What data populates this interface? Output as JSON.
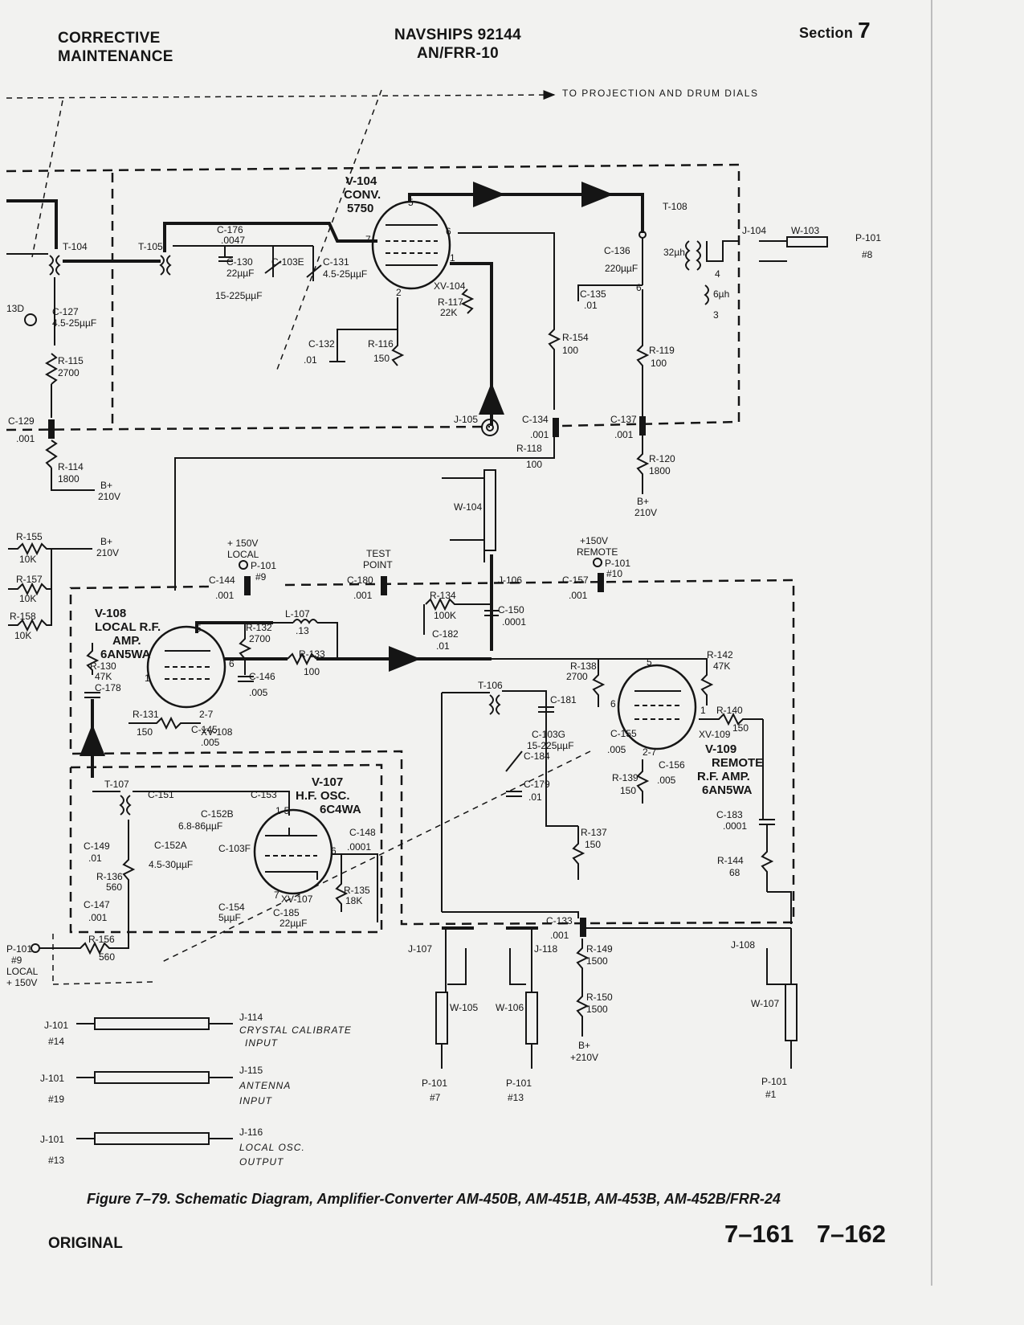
{
  "header": {
    "left_line1": "CORRECTIVE",
    "left_line2": "MAINTENANCE",
    "center_line1": "NAVSHIPS 92144",
    "center_line2": "AN/FRR-10",
    "section_label": "Section",
    "section_number": "7"
  },
  "top_note": "TO PROJECTION AND DRUM DIALS",
  "tubes": {
    "v104": {
      "ref": "V-104",
      "function": "CONV.",
      "type": "5750"
    },
    "v108": {
      "ref": "V-108",
      "function_1": "LOCAL R.F.",
      "function_2": "AMP.",
      "type": "6AN5WA"
    },
    "v107": {
      "ref": "V-107",
      "function": "H.F. OSC.",
      "type": "6C4WA"
    },
    "v109": {
      "ref": "V-109",
      "function_1": "REMOTE",
      "function_2": "R.F. AMP.",
      "type": "6AN5WA"
    }
  },
  "sockets": {
    "xv104": "XV-104",
    "xv108": "XV-108",
    "xv107": "XV-107",
    "xv109": "XV-109"
  },
  "components": {
    "t104": "T-104",
    "t105": "T-105",
    "t106": "T-106",
    "t107": "T-107",
    "t108": "T-108",
    "c176": "C-176",
    "c176v": ".0047",
    "c130": "C-130",
    "c130v": "22µµF",
    "c130range": "15-225µµF",
    "c103e": "C-103E",
    "c131": "C-131",
    "c131v": "4.5-25µµF",
    "c127": "C-127",
    "c127v": "4.5-25µµF",
    "r115": "R-115",
    "r115v": "2700",
    "c129": "C-129",
    "c129v": ".001",
    "r114": "R-114",
    "r114v": "1800",
    "b210_1": "B+",
    "b210_1v": "210V",
    "c132": "C-132",
    "c132v": ".01",
    "r116": "R-116",
    "r116v": "150",
    "r117": "R-117",
    "r117v": "22K",
    "c136": "C-136",
    "c136v": "220µµF",
    "l32": "32µh",
    "l6": "6µh",
    "c135": "C-135",
    "c135v": ".01",
    "r154": "R-154",
    "r154v": "100",
    "r119": "R-119",
    "r119v": "100",
    "j105": "J-105",
    "c134": "C-134",
    "c134v": ".001",
    "c137": "C-137",
    "c137v": ".001",
    "r118": "R-118",
    "r118v": "100",
    "r120": "R-120",
    "r120v": "1800",
    "b210_2": "B+",
    "b210_2v": "210V",
    "j104": "J-104",
    "w103": "W-103",
    "p101_8": "P-101",
    "p101_8n": "#8",
    "w104": "W-104",
    "r155": "R-155",
    "r155v": "10K",
    "r157": "R-157",
    "r157v": "10K",
    "r158": "R-158",
    "r158v": "10K",
    "b210_3": "B+",
    "b210_3v": "210V",
    "plus150_local": "+ 150V",
    "local": "LOCAL",
    "p101_9": "P-101",
    "p101_9n": "#9",
    "test_point_1": "TEST",
    "test_point_2": "POINT",
    "plus150_remote": "+150V",
    "remote": "REMOTE",
    "p101_10": "P-101",
    "p101_10n": "#10",
    "c144": "C-144",
    "c144v": ".001",
    "c180": "C-180",
    "c180v": ".001",
    "j106": "J-106",
    "c157": "C-157",
    "c157v": ".001",
    "r134": "R-134",
    "r134v": "100K",
    "c150": "C-150",
    "c150v": ".0001",
    "c182": "C-182",
    "c182v": ".01",
    "l107": "L-107",
    "l107v": ".13",
    "r132": "R-132",
    "r132v": "2700",
    "r133": "R-133",
    "r133v": "100",
    "r130": "R-130",
    "r130v": "47K",
    "c178": "C-178",
    "c146": "C-146",
    "c146v": ".005",
    "r131": "R-131",
    "r131v": "150",
    "c145": "C-145",
    "c145v": ".005",
    "r138": "R-138",
    "r138v": "2700",
    "r142": "R-142",
    "r142v": "47K",
    "c181": "C-181",
    "c103g": "C-103G",
    "c103gv": "15-225µµF",
    "c184": "C-184",
    "c155": "C-155",
    "c155v": ".005",
    "c156": "C-156",
    "c156v": ".005",
    "r139": "R-139",
    "r139v": "150",
    "r140": "R-140",
    "r140v": "150",
    "c179": "C-179",
    "c179v": ".01",
    "c183": "C-183",
    "c183v": ".0001",
    "r144": "R-144",
    "r144v": "68",
    "c151": "C-151",
    "c153": "C-153",
    "c152b": "C-152B",
    "c152bv": "6.8-86µµF",
    "c152a": "C-152A",
    "c152av": "4.5-30µµF",
    "c103f": "C-103F",
    "c148": "C-148",
    "c148v": ".0001",
    "c149": "C-149",
    "c149v": ".01",
    "r136": "R-136",
    "r136v": "560",
    "c147": "C-147",
    "c147v": ".001",
    "c154": "C-154",
    "c154v": "5µµF",
    "c185": "C-185",
    "c185v": "22µµF",
    "r135": "R-135",
    "r135v": "18K",
    "r156": "R-156",
    "r156v": "560",
    "p101_9b": "P-101",
    "p101_9bn": "#9",
    "local_b": "LOCAL",
    "plus150_b": "+ 150V",
    "r137": "R-137",
    "r137v": "150",
    "c133": "C-133",
    "c133v": ".001",
    "r149": "R-149",
    "r149v": "1500",
    "r150": "R-150",
    "r150v": "1500",
    "b210_4": "B+",
    "b210_4v": "+210V",
    "j107": "J-107",
    "j118": "J-118",
    "j108": "J-108",
    "w105": "W-105",
    "w106": "W-106",
    "w107": "W-107",
    "p101_7": "P-101",
    "p101_7n": "#7",
    "p101_13": "P-101",
    "p101_13n": "#13",
    "p101_1": "P-101",
    "p101_1n": "#1"
  },
  "cables": [
    {
      "jack": "J-101",
      "num": "#14",
      "dest": "J-114",
      "desc1": "CRYSTAL CALIBRATE",
      "desc2": "INPUT"
    },
    {
      "jack": "J-101",
      "num": "#19",
      "dest": "J-115",
      "desc1": "ANTENNA",
      "desc2": "INPUT"
    },
    {
      "jack": "J-101",
      "num": "#13",
      "dest": "J-116",
      "desc1": "LOCAL OSC.",
      "desc2": "OUTPUT"
    }
  ],
  "caption": "Figure 7–79.  Schematic Diagram, Amplifier-Converter AM-450B, AM-451B, AM-453B, AM-452B/FRR-24",
  "footer": {
    "left": "ORIGINAL",
    "pages": "7–161   7–162"
  }
}
